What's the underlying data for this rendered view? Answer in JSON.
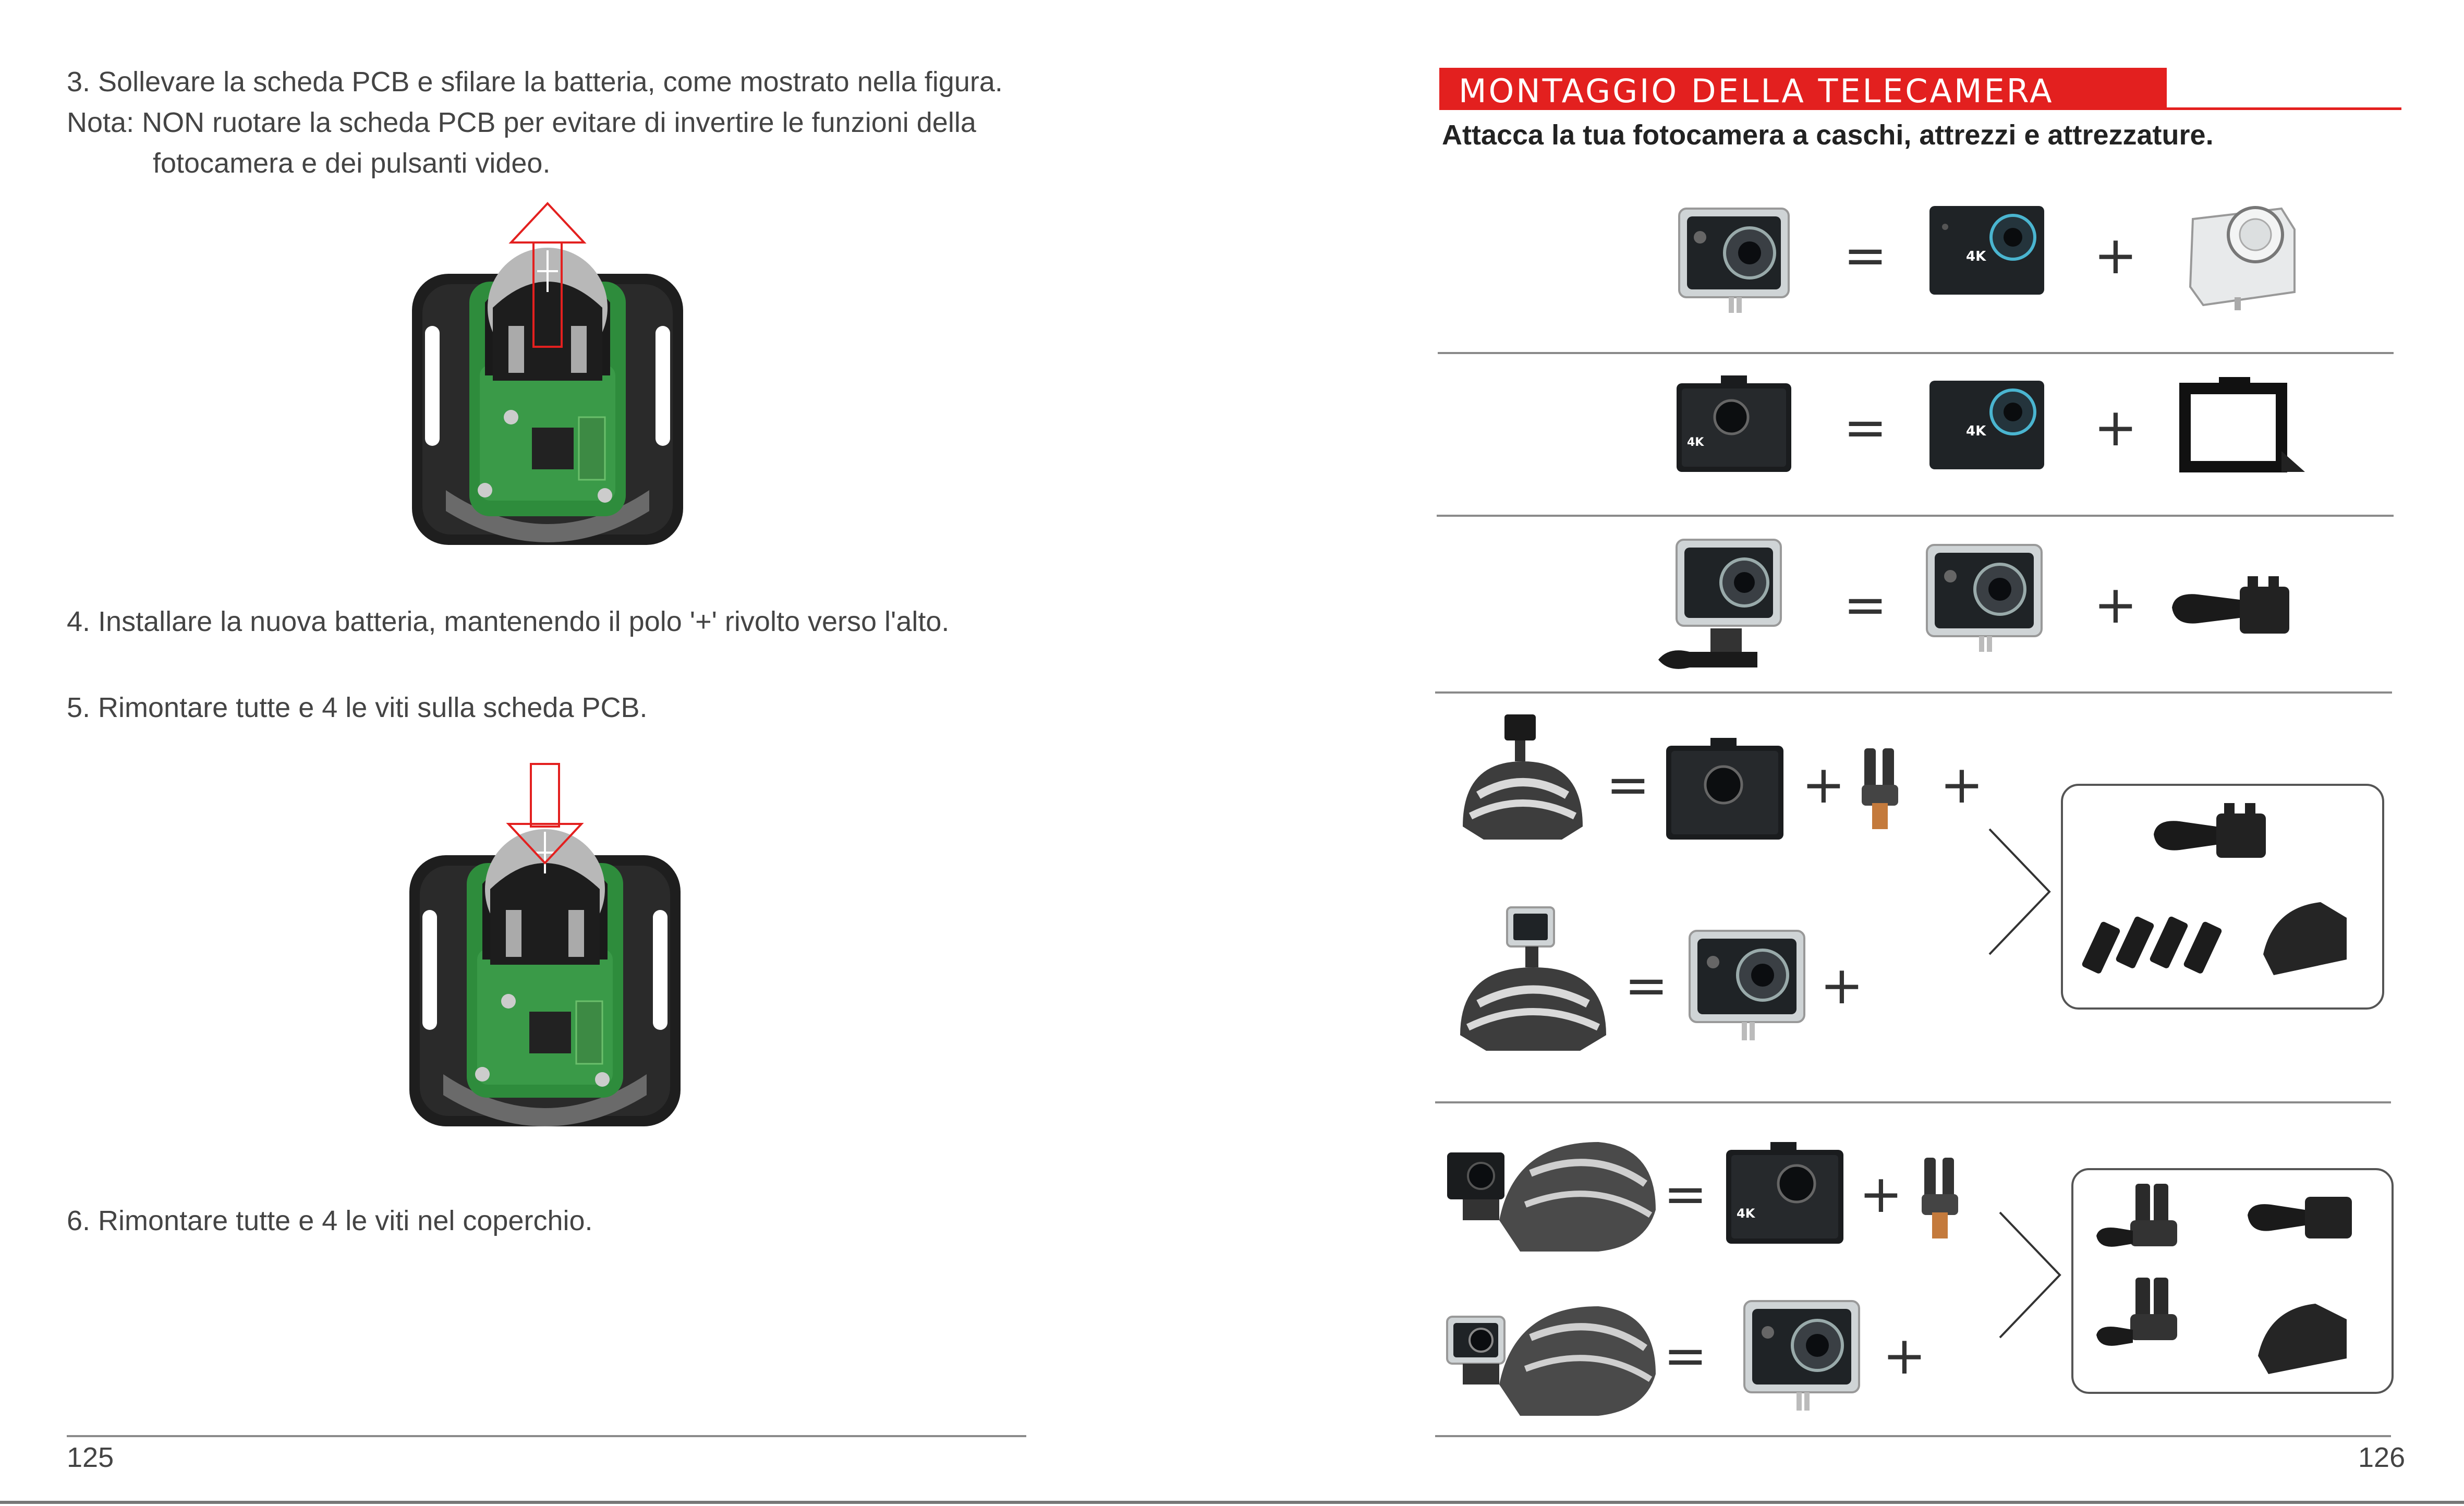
{
  "left_page": {
    "step3_line1": "3. Sollevare la scheda PCB e sfilare la batteria, come mostrato nella figura.",
    "step3_note_line1": "Nota: NON ruotare la scheda PCB per evitare di invertire le funzioni della",
    "step3_note_line2": "fotocamera e dei pulsanti video.",
    "step4": "4. Installare la nuova batteria, mantenendo il polo '+' rivolto verso l'alto.",
    "step5": "5. Rimontare tutte e 4 le viti sulla scheda PCB.",
    "step6": "6. Rimontare tutte e 4 le viti nel coperchio.",
    "page_number": "125"
  },
  "right_page": {
    "banner_title": "MONTAGGIO DELLA TELECAMERA",
    "subtitle": "Attacca la tua fotocamera a caschi, attrezzi e attrezzature.",
    "equals": "=",
    "plus": "+",
    "page_number": "126"
  },
  "colors": {
    "accent": "#e3201f",
    "pcb_green": "#2f8f3f",
    "camera_black": "#1f2326",
    "rule_gray": "#8a8a8a"
  }
}
